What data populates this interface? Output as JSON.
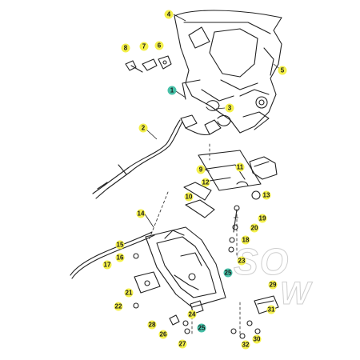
{
  "diagram": {
    "colors": {
      "line": "#222222",
      "highlight_yellow": "#f4f04a",
      "highlight_green": "#47c0a8",
      "watermark": "#cfcfcf"
    },
    "watermark_text": "SO",
    "watermark_text_2": "W",
    "callouts": [
      {
        "id": "c4",
        "label": "4",
        "hl": "y"
      },
      {
        "id": "c5",
        "label": "5",
        "hl": "y"
      },
      {
        "id": "c6",
        "label": "6",
        "hl": "y"
      },
      {
        "id": "c7",
        "label": "7",
        "hl": "y"
      },
      {
        "id": "c8",
        "label": "8",
        "hl": "y"
      },
      {
        "id": "c1",
        "label": "1",
        "hl": "g"
      },
      {
        "id": "c3",
        "label": "3",
        "hl": "y"
      },
      {
        "id": "c2",
        "label": "2",
        "hl": "y"
      },
      {
        "id": "c9",
        "label": "9",
        "hl": "y"
      },
      {
        "id": "c11",
        "label": "11",
        "hl": "y"
      },
      {
        "id": "c12",
        "label": "12",
        "hl": "y"
      },
      {
        "id": "c10",
        "label": "10",
        "hl": "y"
      },
      {
        "id": "c13",
        "label": "13",
        "hl": "y"
      },
      {
        "id": "c14",
        "label": "14",
        "hl": "y"
      },
      {
        "id": "c19",
        "label": "19",
        "hl": "y"
      },
      {
        "id": "c20",
        "label": "20",
        "hl": "y"
      },
      {
        "id": "c18",
        "label": "18",
        "hl": "y"
      },
      {
        "id": "c15",
        "label": "15",
        "hl": "y"
      },
      {
        "id": "c16",
        "label": "16",
        "hl": "y"
      },
      {
        "id": "c23",
        "label": "23",
        "hl": "y"
      },
      {
        "id": "c17",
        "label": "17",
        "hl": "y"
      },
      {
        "id": "c25a",
        "label": "25",
        "hl": "g"
      },
      {
        "id": "c21",
        "label": "21",
        "hl": "y"
      },
      {
        "id": "c22",
        "label": "22",
        "hl": "y"
      },
      {
        "id": "c29",
        "label": "29",
        "hl": "y"
      },
      {
        "id": "c24",
        "label": "24",
        "hl": "y"
      },
      {
        "id": "c31",
        "label": "31",
        "hl": "y"
      },
      {
        "id": "c28",
        "label": "28",
        "hl": "y"
      },
      {
        "id": "c26",
        "label": "26",
        "hl": "y"
      },
      {
        "id": "c25b",
        "label": "25",
        "hl": "g"
      },
      {
        "id": "c30",
        "label": "30",
        "hl": "y"
      },
      {
        "id": "c27",
        "label": "27",
        "hl": "y"
      },
      {
        "id": "c32",
        "label": "32",
        "hl": "y"
      }
    ]
  }
}
